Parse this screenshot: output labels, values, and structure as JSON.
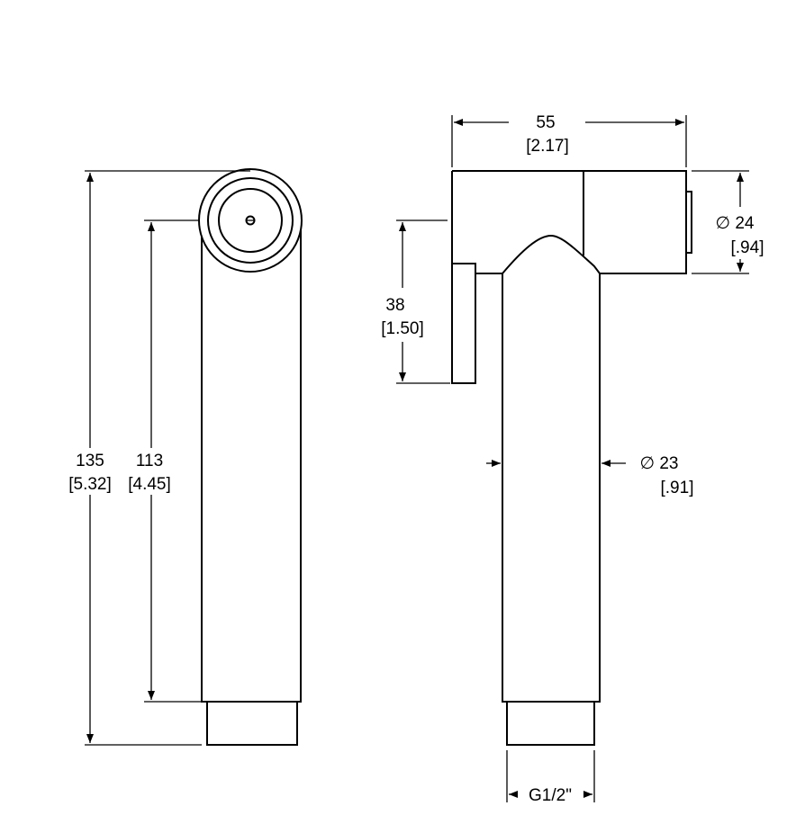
{
  "title": "Hand spray dimension drawing",
  "dimensions": {
    "overall_height": {
      "mm": "135",
      "inch": "[5.32]"
    },
    "body_height": {
      "mm": "113",
      "inch": "[4.45]"
    },
    "head_length": {
      "mm": "55",
      "inch": "[2.17]"
    },
    "head_diameter": {
      "mm": "∅ 24",
      "inch": "[.94]"
    },
    "trigger_height": {
      "mm": "38",
      "inch": "[1.50]"
    },
    "body_diameter": {
      "mm": "∅ 23",
      "inch": "[.91]"
    },
    "thread": {
      "label": "G1/2\""
    }
  }
}
